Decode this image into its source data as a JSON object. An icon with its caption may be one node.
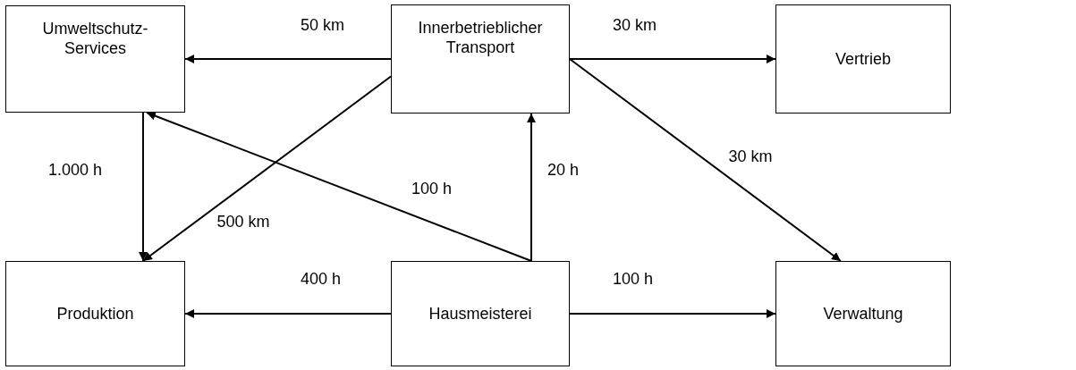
{
  "diagram": {
    "nodes": [
      {
        "text": [
          "Umweltschutz- Services"
        ]
      },
      {
        "text": [
          "Innerbetrieblicher Transport"
        ]
      },
      {
        "text": [
          "Vertrieb"
        ]
      },
      {
        "text": [
          "Produktion"
        ]
      },
      {
        "text": [
          "Hausmeisterei"
        ]
      },
      {
        "text": [
          "Verwaltung"
        ]
      }
    ],
    "edges": [
      {
        "from": 1,
        "to": 0,
        "arrow": "to",
        "label": "50 km"
      },
      {
        "from": 1,
        "to": 2,
        "arrow": "to",
        "label": "30 km"
      },
      {
        "from": 1,
        "to": 3,
        "arrow": "to",
        "label": "500 km"
      },
      {
        "from": 1,
        "to": 5,
        "arrow": "to",
        "label": "30 km"
      },
      {
        "from": 0,
        "to": 3,
        "arrow": "to",
        "label": "1.000 h"
      },
      {
        "from": 4,
        "to": 0,
        "arrow": "to",
        "label": "100 h"
      },
      {
        "from": 4,
        "to": 1,
        "arrow": "to",
        "label": "20 h"
      },
      {
        "from": 4,
        "to": 3,
        "arrow": "to",
        "label": "400 h"
      },
      {
        "from": 4,
        "to": 5,
        "arrow": "to",
        "label": "100 h"
      }
    ]
  }
}
